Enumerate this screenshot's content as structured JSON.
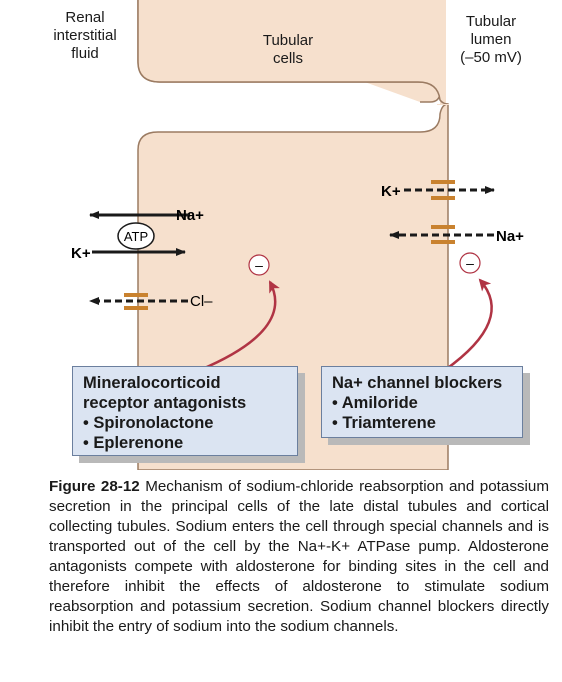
{
  "labels": {
    "renal": [
      "Renal",
      "interstitial",
      "fluid"
    ],
    "tubular_cells": [
      "Tubular",
      "cells"
    ],
    "lumen": [
      "Tubular",
      "lumen",
      "(–50 mV)"
    ]
  },
  "ions": {
    "na_left": "Na+",
    "atp": "ATP",
    "k_left": "K+",
    "cl": "Cl–",
    "k_right": "K+",
    "na_right": "Na+",
    "minus": "–"
  },
  "boxes": {
    "mineralo": [
      "Mineralocorticoid",
      "receptor antagonists",
      "• Spironolactone",
      "• Eplerenone"
    ],
    "blockers": [
      "Na+ channel blockers",
      "• Amiloride",
      "• Triamterene"
    ]
  },
  "caption": {
    "label": "Figure 28-12",
    "text": "Mechanism of sodium-chloride reabsorption and potassium secretion in the principal cells of the late distal tubules and cortical collecting tubules. Sodium enters the cell through special channels and is transported out of the cell by the Na+-K+ ATPase pump. Aldosterone antagonists compete with aldosterone for binding sites in the cell and therefore inhibit the effects of aldosterone to stimulate sodium reabsorption and potassium secretion. Sodium channel blockers directly inhibit the entry of sodium into the sodium channels."
  },
  "colors": {
    "cell_fill": "#f6e0cd",
    "cell_stroke": "#9b7b62",
    "channel": "#c9822f",
    "arrow": "#1a1a1a",
    "curve": "#b03444",
    "box_fill": "#dbe4f2"
  }
}
